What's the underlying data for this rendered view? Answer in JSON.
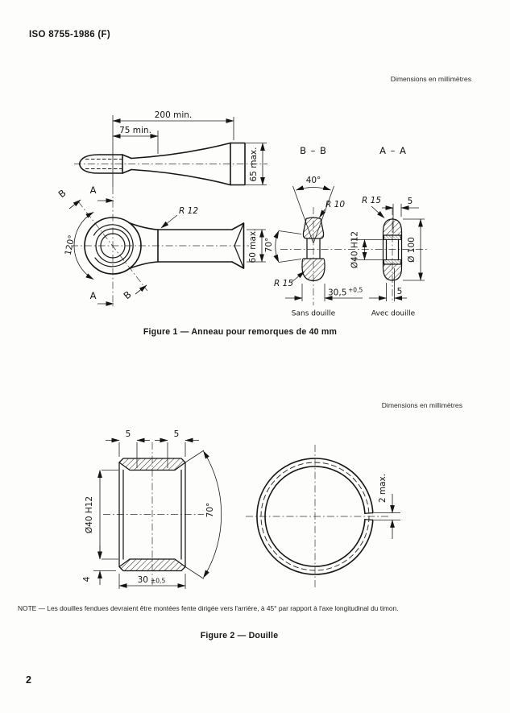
{
  "page": {
    "header": "ISO 8755-1986 (F)",
    "page_number": "2",
    "note": "NOTE — Les douilles fendues devraient être montées fente dirigée vers l'arrière, à 45° par rapport à l'axe longitudinal du timon."
  },
  "figure1": {
    "dimensions_note": "Dimensions en millimètres",
    "caption": "Figure 1 — Anneau pour remorques de 40 mm",
    "labels": {
      "len200": "200 min.",
      "len75": "75 min.",
      "h65": "65 max.",
      "h60": "60 max.",
      "r12": "R 12",
      "a120": "120°",
      "sec_a_top": "A",
      "sec_a_bottom": "A",
      "sec_b_top": "B",
      "sec_b_bottom": "B",
      "bb_title": "B – B",
      "aa_title": "A – A",
      "a40": "40°",
      "r10": "R 10",
      "a70": "70°",
      "r15_bb": "R 15",
      "bore_dia": "Ø40 H12",
      "w305": "30,5",
      "w305_tol": "+0,5",
      "r15_aa": "R 15",
      "t5_top": "5",
      "d100": "Ø 100",
      "t5_bottom": "5",
      "sans_douille": "Sans douille",
      "avec_douille": "Avec douille"
    }
  },
  "figure2": {
    "dimensions_note": "Dimensions en millimètres",
    "caption": "Figure 2 — Douille",
    "labels": {
      "c5_left": "5",
      "c5_right": "5",
      "bore_dia": "Ø40 H12",
      "t4": "4",
      "len30": "30",
      "len30_tol": "±0,5",
      "a70": "70°",
      "gap2": "2 max."
    }
  }
}
